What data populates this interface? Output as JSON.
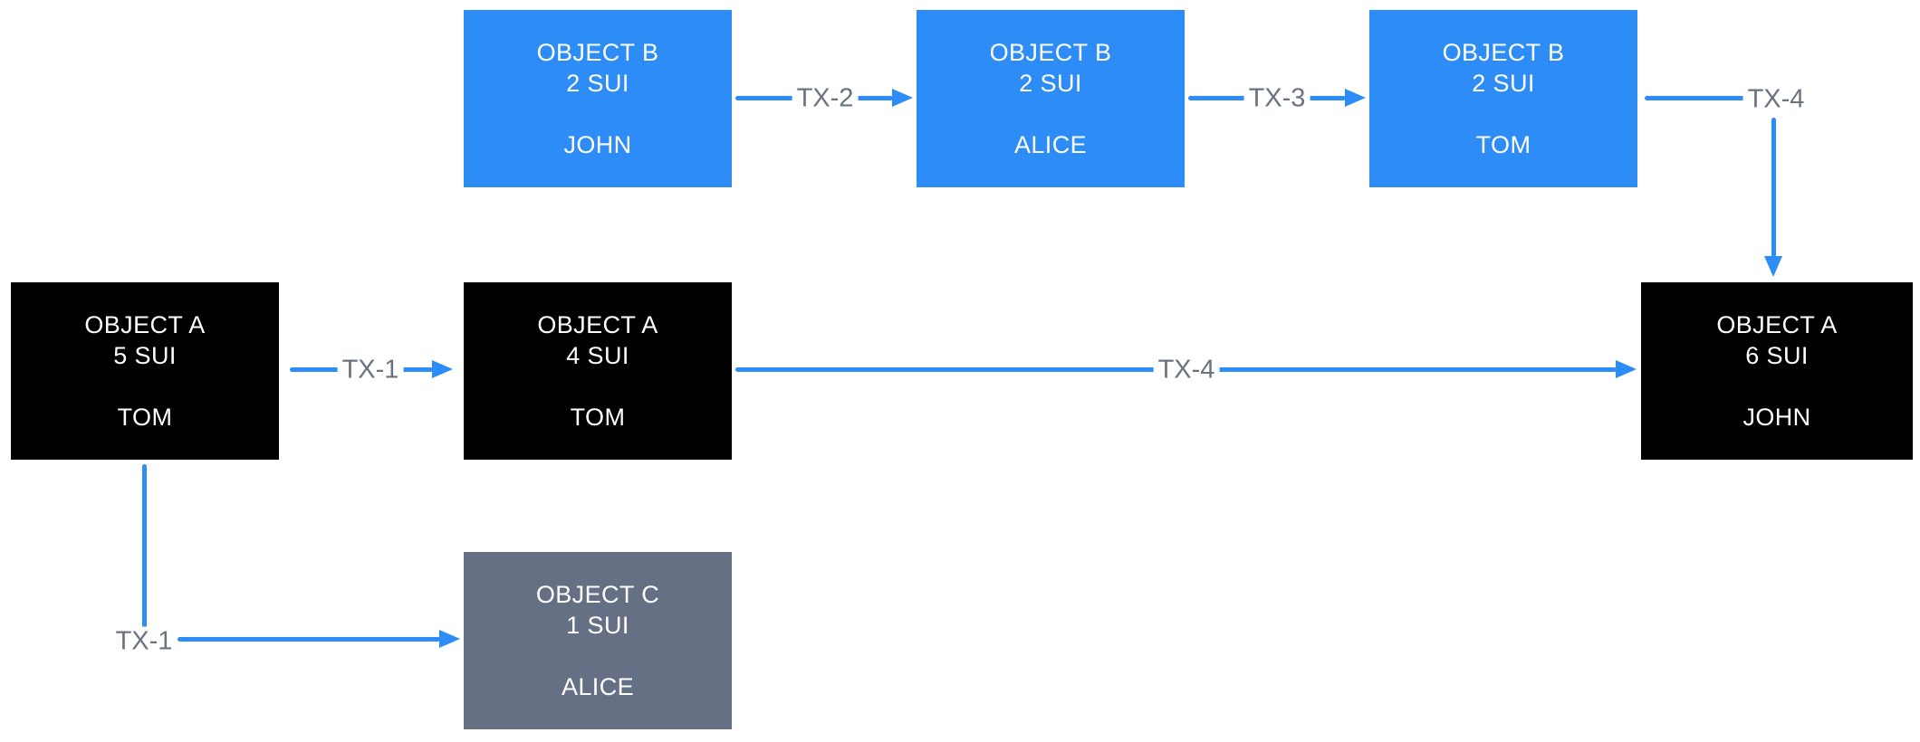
{
  "diagram": {
    "background": "#FFFFFF",
    "colors": {
      "object_a_fill": "#000000",
      "object_b_fill": "#2E8CF6",
      "object_c_fill": "#667085",
      "arrow": "#2E8CF6",
      "edge_label_text": "#6B7280",
      "node_text": "#FFFFFF"
    },
    "nodes": [
      {
        "title": "OBJECT B",
        "amount": "2 SUI",
        "owner": "JOHN",
        "type": "object-b"
      },
      {
        "title": "OBJECT B",
        "amount": "2 SUI",
        "owner": "ALICE",
        "type": "object-b"
      },
      {
        "title": "OBJECT B",
        "amount": "2 SUI",
        "owner": "TOM",
        "type": "object-b"
      },
      {
        "title": "OBJECT A",
        "amount": "5 SUI",
        "owner": "TOM",
        "type": "object-a"
      },
      {
        "title": "OBJECT A",
        "amount": "4 SUI",
        "owner": "TOM",
        "type": "object-a"
      },
      {
        "title": "OBJECT A",
        "amount": "6 SUI",
        "owner": "JOHN",
        "type": "object-a"
      },
      {
        "title": "OBJECT C",
        "amount": "1 SUI",
        "owner": "ALICE",
        "type": "object-c"
      }
    ],
    "edges": [
      {
        "label": "TX-2",
        "from": "OBJECT B 2 SUI (JOHN)",
        "to": "OBJECT B 2 SUI (ALICE)"
      },
      {
        "label": "TX-3",
        "from": "OBJECT B 2 SUI (ALICE)",
        "to": "OBJECT B 2 SUI (TOM)"
      },
      {
        "label": "TX-4",
        "from": "OBJECT B 2 SUI (TOM)",
        "to": "OBJECT A 6 SUI (JOHN)"
      },
      {
        "label": "TX-1",
        "from": "OBJECT A 5 SUI (TOM)",
        "to": "OBJECT A 4 SUI (TOM)"
      },
      {
        "label": "TX-4",
        "from": "OBJECT A 4 SUI (TOM)",
        "to": "OBJECT A 6 SUI (JOHN)"
      },
      {
        "label": "TX-1",
        "from": "OBJECT A 5 SUI (TOM)",
        "to": "OBJECT C 1 SUI (ALICE)"
      }
    ]
  }
}
